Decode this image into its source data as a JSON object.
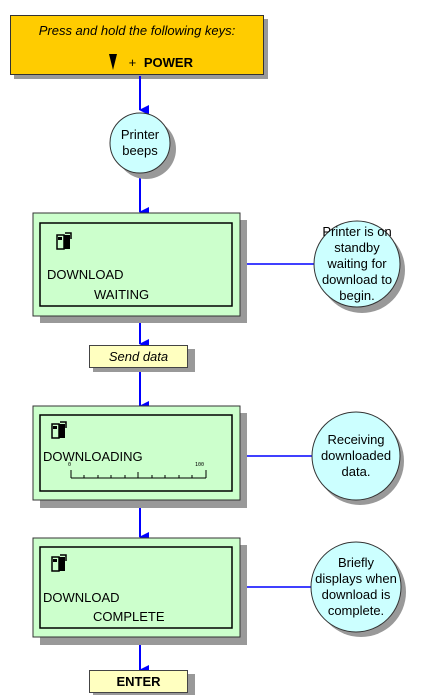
{
  "header": {
    "instruction": "Press and hold the following keys:",
    "plus": "+",
    "power_key": "POWER",
    "down_arrow_icon": "down-arrow-icon"
  },
  "steps": {
    "printer_beeps": "Printer beeps",
    "send_data": "Send data",
    "enter": "ENTER"
  },
  "displays": {
    "waiting": {
      "line1": "DOWNLOAD",
      "line2": "WAITING"
    },
    "downloading": {
      "line1": "DOWNLOADING",
      "progress_start": "0",
      "progress_end": "100"
    },
    "complete": {
      "line1": "DOWNLOAD",
      "line2": "COMPLETE"
    }
  },
  "notes": {
    "standby": "Printer is on standby waiting for download to begin.",
    "receiving": "Receiving downloaded data.",
    "briefly": "Briefly displays when download is complete."
  },
  "colors": {
    "key_box": "#ffcc00",
    "circle": "#ccffff",
    "lcd": "#ccffcc",
    "tag": "#ffffc0",
    "arrow": "#0000ff"
  }
}
